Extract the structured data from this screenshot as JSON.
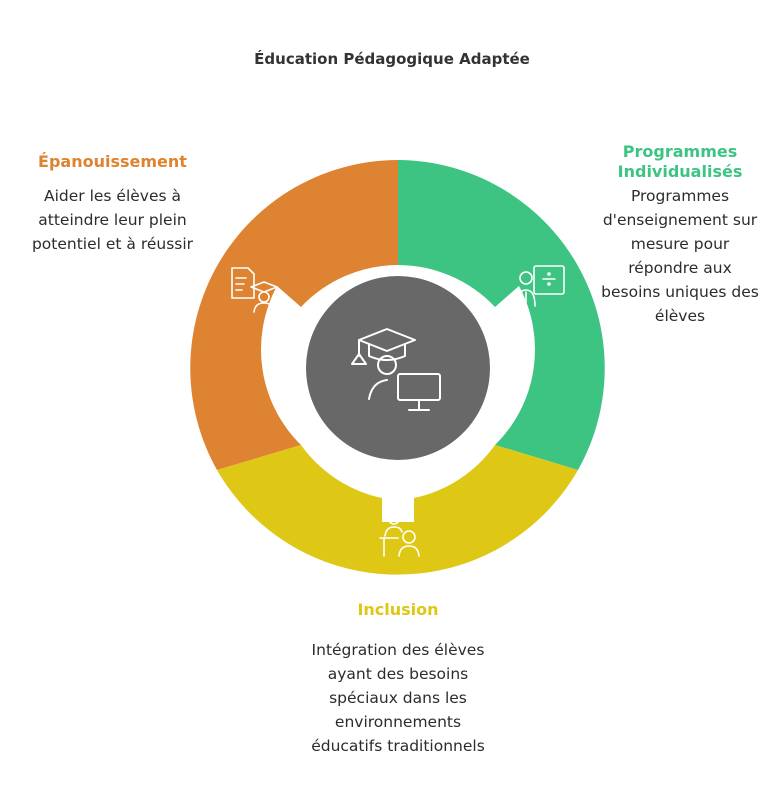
{
  "title": "Éducation Pédagogique Adaptée",
  "colors": {
    "orange": "#DE8331",
    "green": "#3DC483",
    "yellow": "#DFC715",
    "center": "#686868"
  },
  "segments": [
    {
      "id": "epanouissement",
      "heading": "Épanouissement",
      "description": "Aider les élèves à atteindre leur plein potentiel et à réussir",
      "icon": "document-graduate-icon"
    },
    {
      "id": "programmes",
      "heading": "Programmes Individualisés",
      "description": "Programmes d'enseignement sur mesure pour répondre aux besoins uniques des élèves",
      "icon": "teacher-board-icon"
    },
    {
      "id": "inclusion",
      "heading": "Inclusion",
      "description": "Intégration des élèves ayant des besoins spéciaux dans les environnements éducatifs traditionnels",
      "icon": "two-people-icon"
    }
  ],
  "center_icon": "graduate-computer-icon"
}
